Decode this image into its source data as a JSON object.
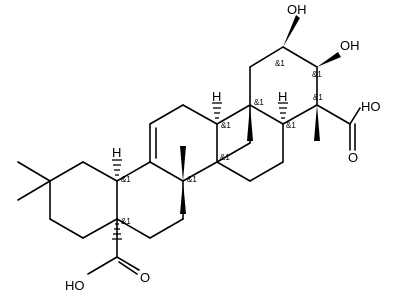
{
  "molecule": {
    "atom_labels": {
      "oh_top": "OH",
      "oh_right": "OH",
      "cooh_right_o": "O",
      "cooh_right_oh": "HO",
      "h_c9": "H",
      "h_c5": "H",
      "h_c18": "H",
      "cooh_bottom_o": "O",
      "cooh_bottom_oh": "HO"
    },
    "stereo_label": "&1"
  }
}
